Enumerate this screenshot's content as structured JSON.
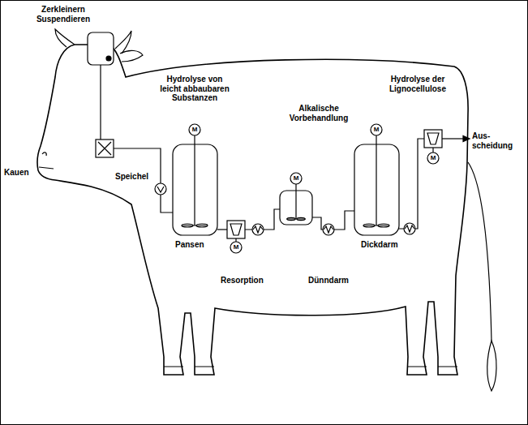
{
  "diagram": {
    "labels": [
      "Zerkleinern Suspendieren",
      "Hydrolyse von leicht abbaubaren Substanzen",
      "Alkalische Vorbehandlung",
      "Hydrolyse der Lignocellulose",
      "M",
      "M",
      "Aus- scheidung",
      "Kauen",
      "Speichel",
      "M",
      "M",
      "Pansen",
      "M",
      "Dickdarm",
      "Resorption",
      "Dünndarm"
    ]
  }
}
